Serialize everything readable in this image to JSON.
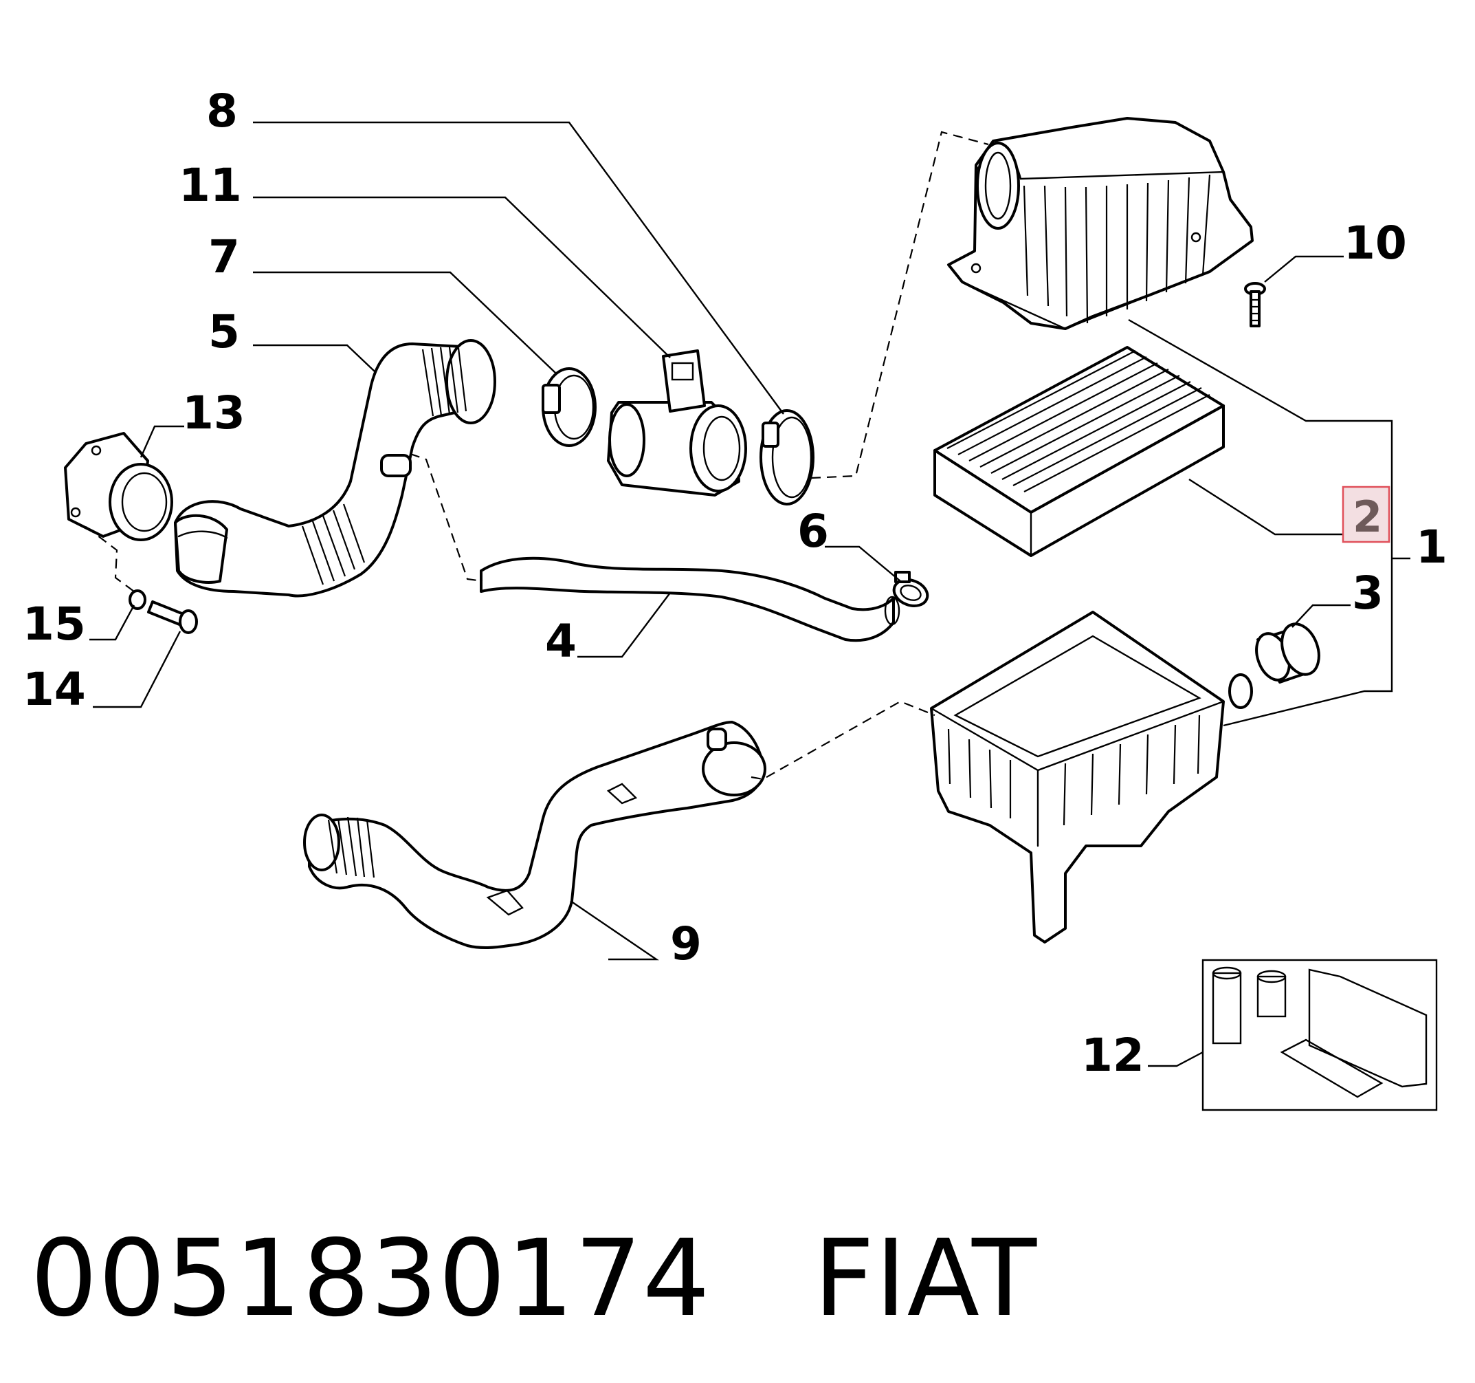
{
  "callouts": {
    "c1": "1",
    "c2": "2",
    "c3": "3",
    "c4": "4",
    "c5": "5",
    "c6": "6",
    "c7": "7",
    "c8": "8",
    "c9": "9",
    "c10": "10",
    "c11": "11",
    "c12": "12",
    "c13": "13",
    "c14": "14",
    "c15": "15"
  },
  "highlight_color": "#e0505a",
  "footer": {
    "part_number": "0051830174",
    "brand": "FIAT"
  }
}
